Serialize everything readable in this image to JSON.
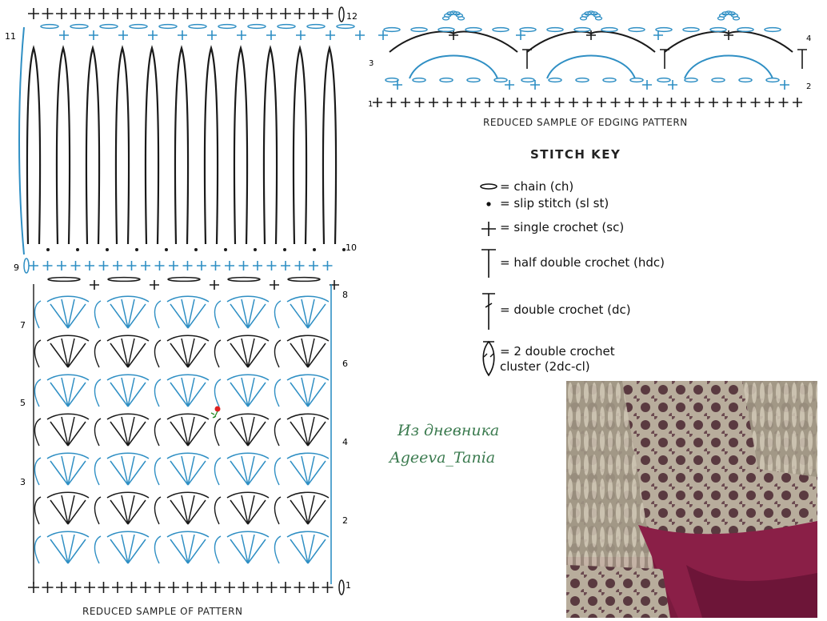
{
  "main_chart": {
    "caption": "REDUCED SAMPLE OF PATTERN",
    "row_numbers": [
      "1",
      "2",
      "3",
      "4",
      "5",
      "6",
      "7",
      "8",
      "9",
      "10",
      "11",
      "12"
    ]
  },
  "edging_chart": {
    "caption": "REDUCED SAMPLE OF EDGING PATTERN",
    "row_numbers": [
      "1",
      "2",
      "3",
      "4"
    ]
  },
  "stitch_key": {
    "title": "STITCH KEY",
    "items": [
      {
        "symbol": "chain-icon",
        "label": "= chain (ch)"
      },
      {
        "symbol": "slip-stitch-icon",
        "label": "= slip stitch (sl st)"
      },
      {
        "symbol": "single-crochet-icon",
        "label": "= single crochet (sc)"
      },
      {
        "symbol": "half-double-crochet-icon",
        "label": "= half double crochet (hdc)"
      },
      {
        "symbol": "double-crochet-icon",
        "label": "= double crochet (dc)"
      },
      {
        "symbol": "cluster-icon",
        "label": "= 2 double crochet\ncluster (2dc-cl)"
      }
    ]
  },
  "watermark": {
    "line1": "Из дневника",
    "line2": "Ageeva_Tania"
  },
  "colors": {
    "ink": "#1a1a1a",
    "blue": "#2f8fc4",
    "sig": "#3a7a4e"
  }
}
